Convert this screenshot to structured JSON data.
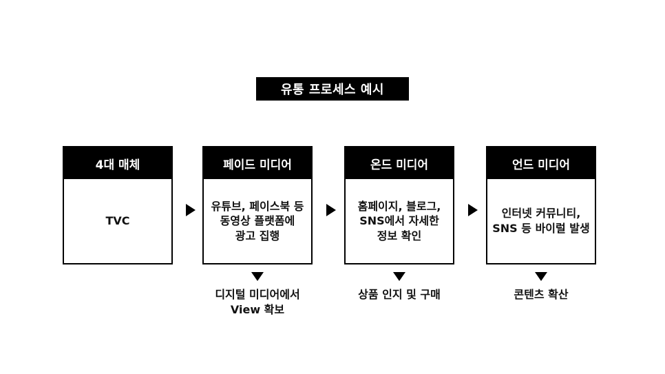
{
  "title": "유통 프로세스 예시",
  "stages": [
    {
      "header": "4대 매체",
      "body": "TVC"
    },
    {
      "header": "페이드 미디어",
      "body": "유튜브, 페이스북 등\n동영상 플랫폼에\n광고 집행"
    },
    {
      "header": "온드 미디어",
      "body": "홈페이지, 블로그,\nSNS에서 자세한\n정보 확인"
    },
    {
      "header": "언드 미디어",
      "body": "인터넷 커뮤니티,\nSNS 등 바이럴 발생"
    }
  ],
  "outcomes": [
    "디지털 미디어에서\nView 확보",
    "상품 인지 및 구매",
    "콘텐츠 확산"
  ]
}
